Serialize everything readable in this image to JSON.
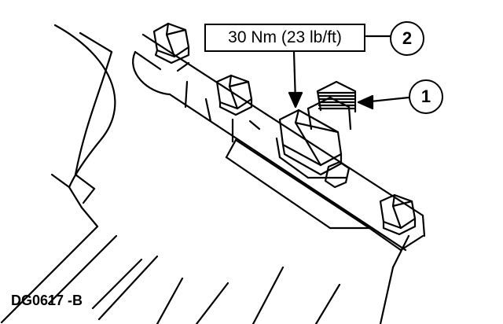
{
  "torque_spec": "30 Nm (23 lb/ft)",
  "callouts": [
    {
      "number": "1"
    },
    {
      "number": "2"
    }
  ],
  "figure_id": "DG0617 -B"
}
